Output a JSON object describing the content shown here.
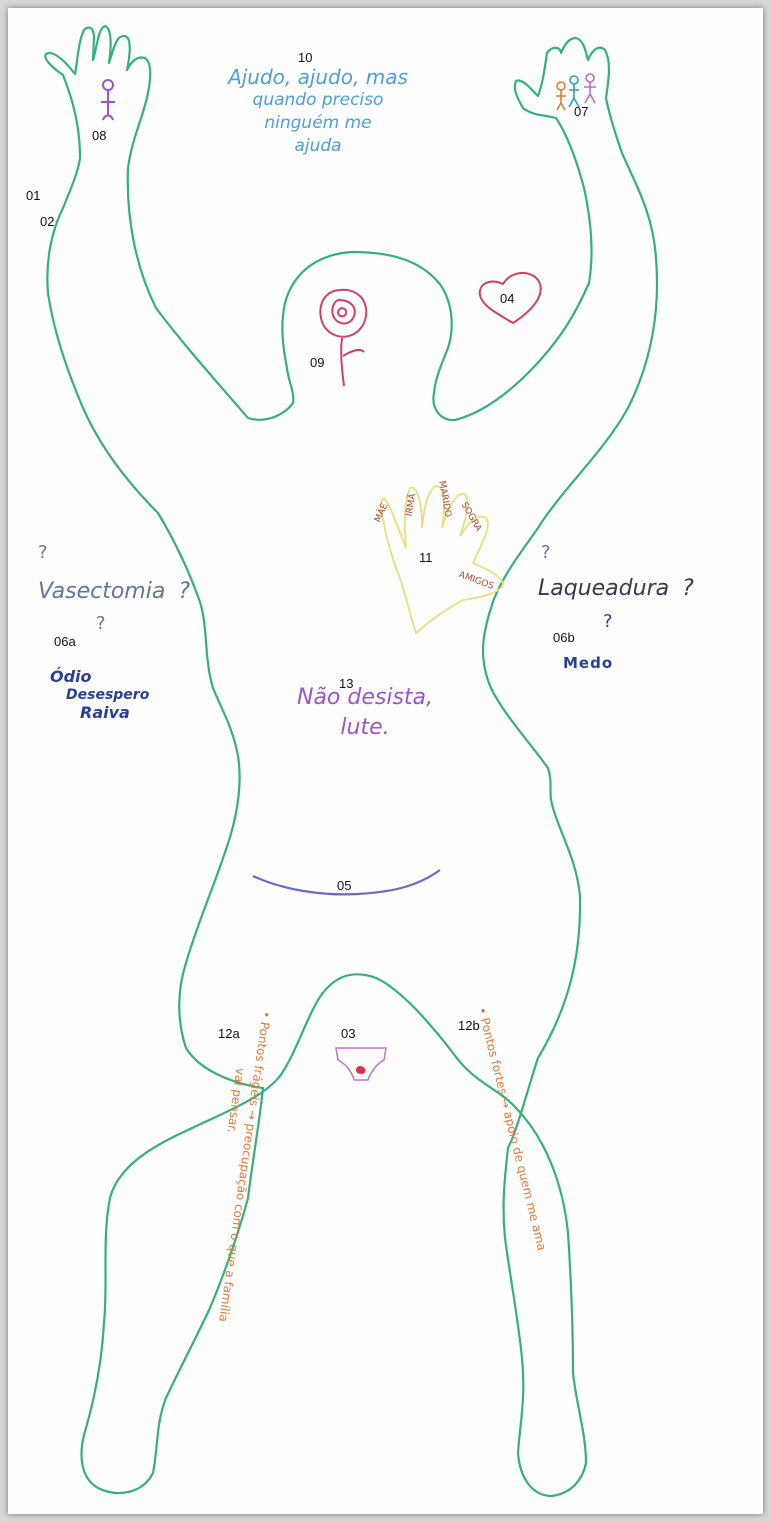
{
  "labels": {
    "l01": "01",
    "l02": "02",
    "l03": "03",
    "l04": "04",
    "l05": "05",
    "l06a": "06a",
    "l06b": "06b",
    "l07": "07",
    "l08": "08",
    "l09": "09",
    "l10": "10",
    "l11": "11",
    "l12a": "12a",
    "l12b": "12b",
    "l13": "13"
  },
  "texts": {
    "ajudo": [
      "Ajudo, ajudo, mas",
      "quando preciso",
      "ninguém me",
      "ajuda"
    ],
    "vasectomia": "Vasectomia",
    "laqueadura": "Laqueadura",
    "q": "?",
    "left_feelings": [
      "Ódio",
      "Desespero",
      "Raiva"
    ],
    "right_feeling": "Medo",
    "hand_fingers": [
      "MÃE",
      "IRMÃ",
      "MARIDO",
      "SOGRA",
      "AMIGOS"
    ],
    "center": [
      "Não desista,",
      "lute."
    ],
    "leg_left": [
      "• Pontos frágeis → preocupação com o que a família",
      "vai pensar."
    ],
    "leg_right": "• Pontos fortes → apoio de quem me ama"
  },
  "colors": {
    "outline": "#35b07a",
    "blue_text": "#4a9fd8",
    "slate_text": "#5f7894",
    "navy_text": "#2b3f9a",
    "purple_text": "#9a55c8",
    "heart": "#d0405e",
    "rose": "#d0406a",
    "hand": "#e8e07a",
    "hand_text": "#b0483a",
    "belly": "#6a68c8",
    "leg_text": "#e07a3a",
    "underwear": "#c070d0"
  }
}
